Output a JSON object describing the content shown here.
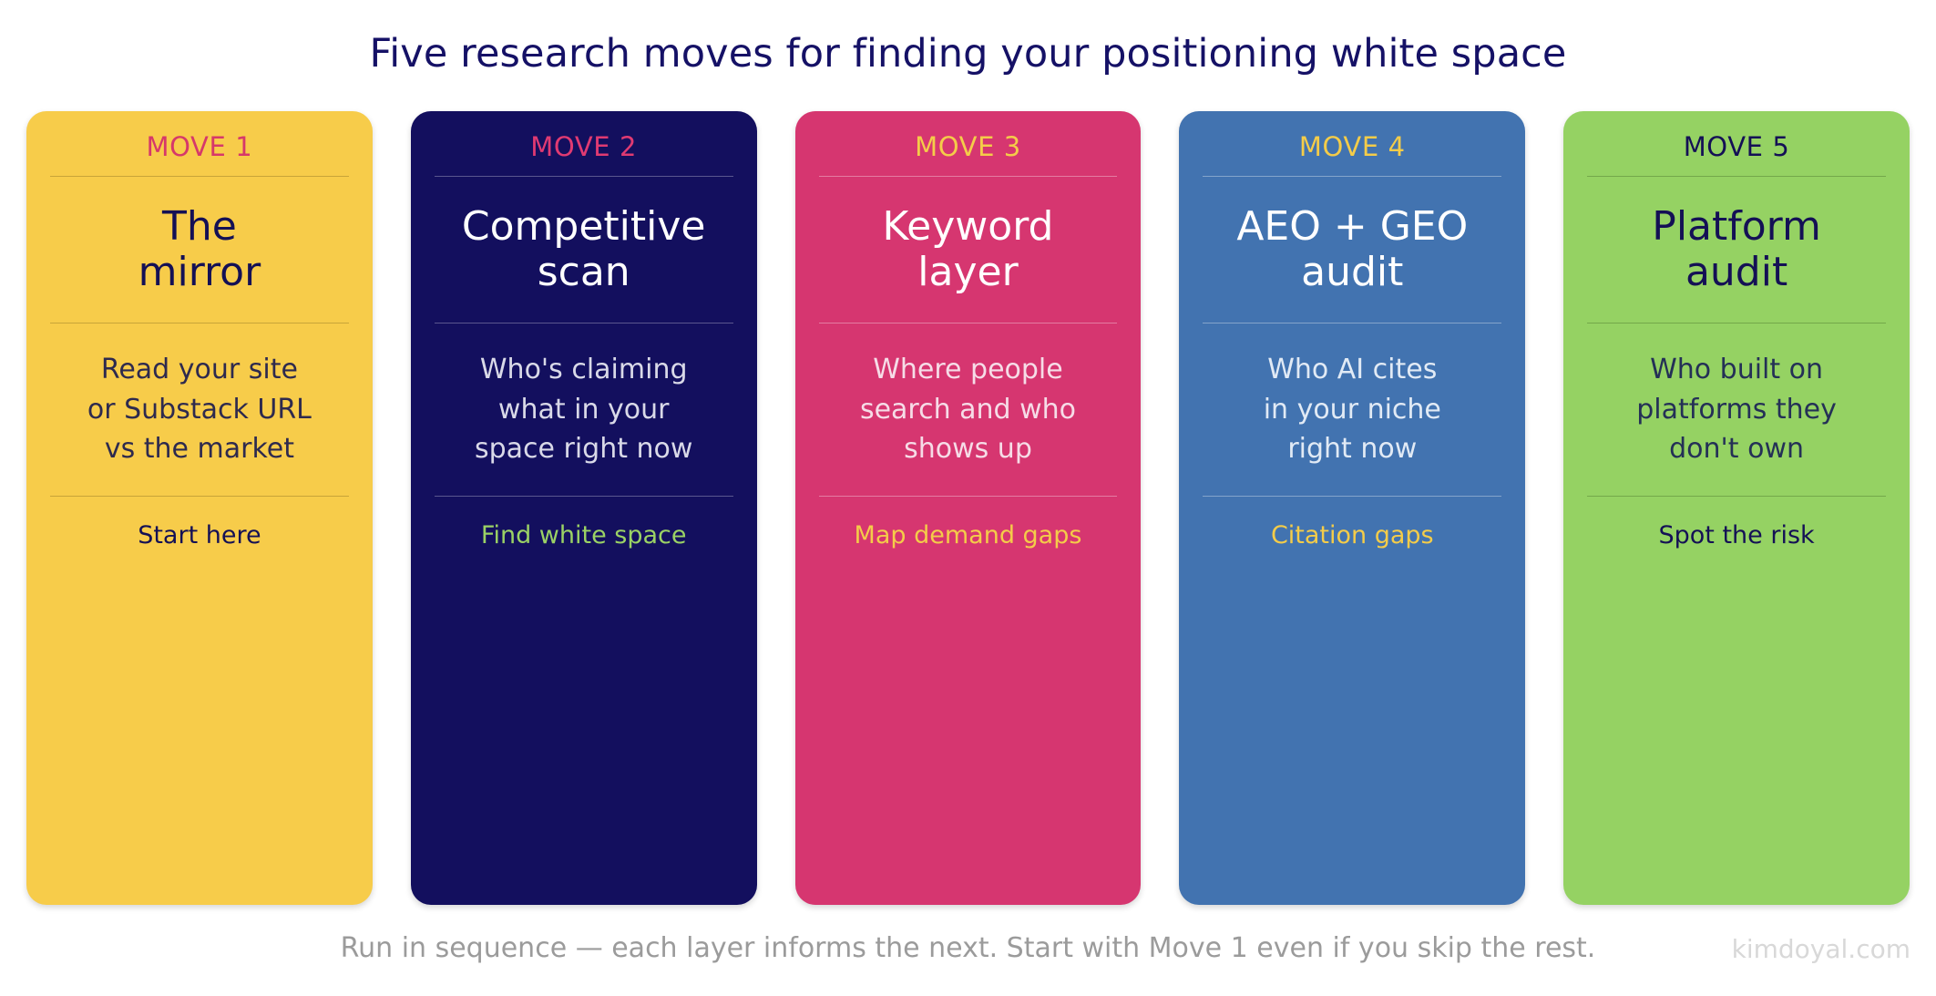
{
  "title": "Five research moves for finding your positioning white space",
  "cards": [
    {
      "move": "MOVE 1",
      "title": "The\nmirror",
      "desc": "Read your site\nor Substack URL\nvs the market",
      "action": "Start here",
      "bg": "#F7CC4A",
      "move_color": "#D6386A",
      "title_color": "#141055",
      "desc_color": "#2E2A4E",
      "action_color": "#141055",
      "divider_color": "rgba(80,60,10,0.28)"
    },
    {
      "move": "MOVE 2",
      "title": "Competitive\nscan",
      "desc": "Who's claiming\nwhat in your\nspace right now",
      "action": "Find white space",
      "bg": "#130F5E",
      "move_color": "#E03A72",
      "title_color": "#FFFFFF",
      "desc_color": "#D9D9E8",
      "action_color": "#9BD265",
      "divider_color": "rgba(255,255,255,0.30)"
    },
    {
      "move": "MOVE 3",
      "title": "Keyword\nlayer",
      "desc": "Where people\nsearch and who\nshows up",
      "action": "Map demand gaps",
      "bg": "#D63670",
      "move_color": "#F4CC49",
      "title_color": "#FFFFFF",
      "desc_color": "#F6DCE7",
      "action_color": "#F4CC49",
      "divider_color": "rgba(255,255,255,0.35)"
    },
    {
      "move": "MOVE 4",
      "title": "AEO + GEO\naudit",
      "desc": "Who AI cites\nin your niche\nright now",
      "action": "Citation gaps",
      "bg": "#4273B0",
      "move_color": "#F4CC49",
      "title_color": "#FFFFFF",
      "desc_color": "#E1EAF5",
      "action_color": "#F4CC49",
      "divider_color": "rgba(255,255,255,0.35)"
    },
    {
      "move": "MOVE 5",
      "title": "Platform\naudit",
      "desc": "Who built on\nplatforms they\ndon't own",
      "action": "Spot the risk",
      "bg": "#95D263",
      "move_color": "#141055",
      "title_color": "#141055",
      "desc_color": "#243056",
      "action_color": "#141055",
      "divider_color": "rgba(30,60,10,0.28)"
    }
  ],
  "footer": {
    "note": "Run in sequence — each layer informs the next. Start with Move 1 even if you skip the rest.",
    "brand": "kimdoyal.com"
  }
}
